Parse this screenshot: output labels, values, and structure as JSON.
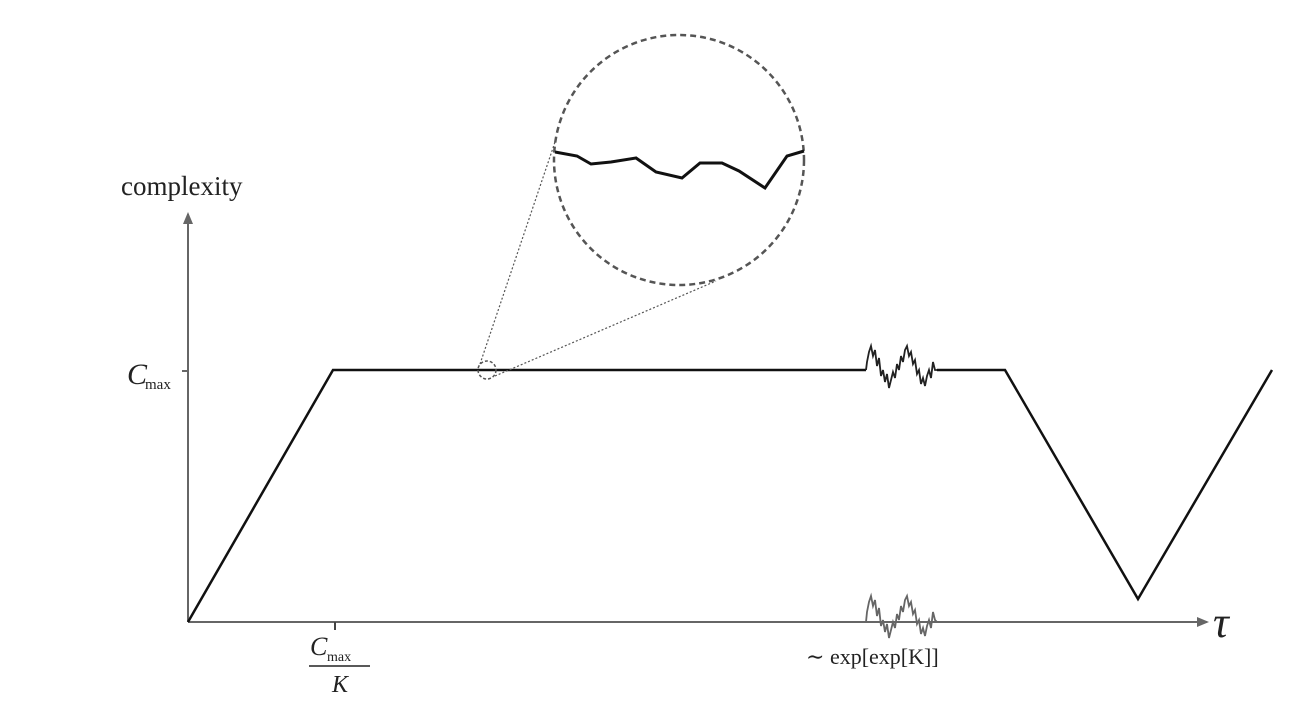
{
  "figure": {
    "y_axis_label": "complexity",
    "x_axis_symbol": "τ",
    "y_tick": {
      "main": "C",
      "sub": "max"
    },
    "x_tick_ramp": {
      "numerator_main": "C",
      "numerator_sub": "max",
      "denominator": "K"
    },
    "x_tick_recurrence": {
      "prefix": "∼ ",
      "text": "exp[exp[K]]"
    },
    "colors": {
      "axis": "#666666",
      "curve": "#111111",
      "magnifier": "#555555"
    }
  }
}
